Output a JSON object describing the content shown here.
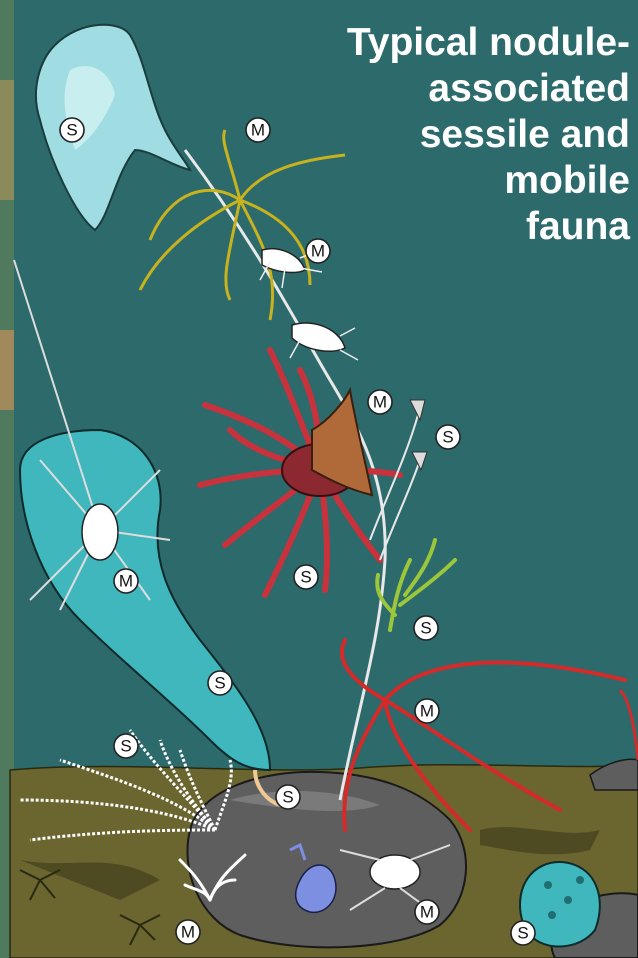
{
  "title_lines": [
    "Typical nodule-",
    "associated",
    "sessile and",
    "mobile",
    "fauna"
  ],
  "legend": {
    "sessile": "S",
    "mobile": "M"
  },
  "colors": {
    "water": "#2c6a6b",
    "sediment": "#6b6530",
    "nodule": "#5e5e5e",
    "sponge_light": "#9fdde2",
    "sponge_teal": "#3fb7bd",
    "anemone_red": "#c8323c",
    "crinoid_yellow": "#c8b21e",
    "coral_green": "#9cc73a",
    "brittlestar_red": "#d42a2a",
    "cup_brown": "#b06a3a"
  }
}
